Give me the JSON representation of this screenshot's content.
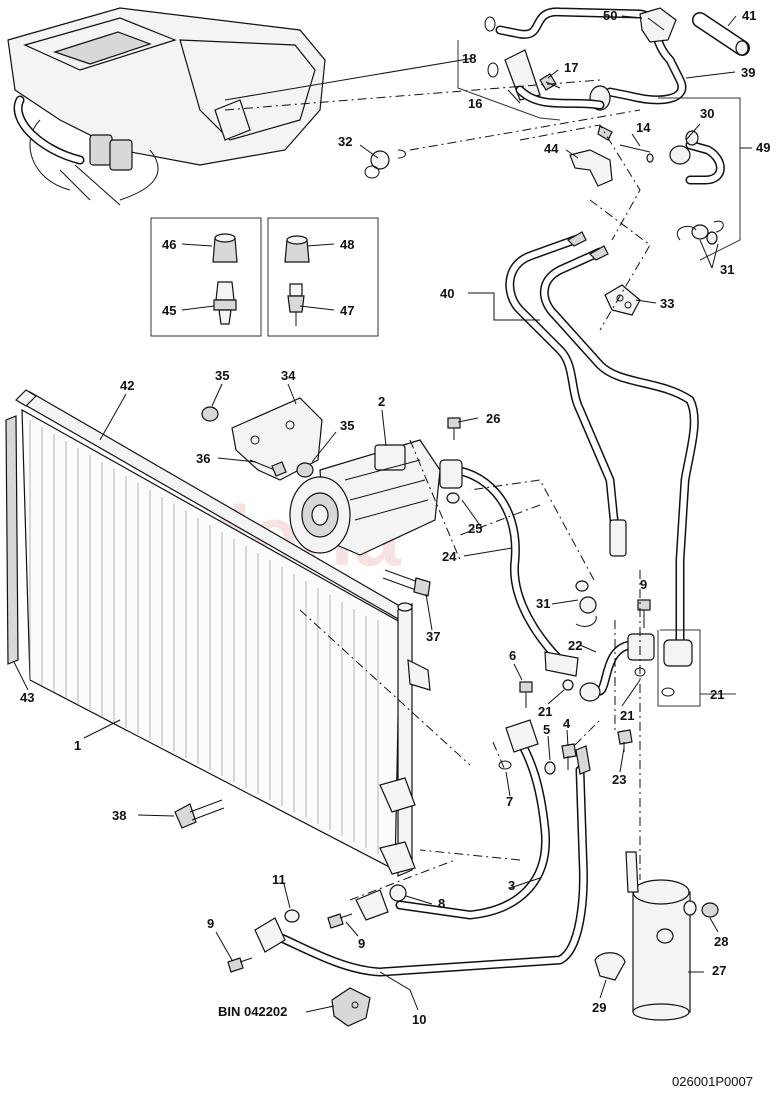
{
  "diagram": {
    "doc_number": "026001P0007",
    "bin_label": "BIN 042202",
    "watermark": "scuderia",
    "callouts": [
      {
        "id": "c50",
        "text": "50"
      },
      {
        "id": "c41",
        "text": "41"
      },
      {
        "id": "c18",
        "text": "18"
      },
      {
        "id": "c17",
        "text": "17"
      },
      {
        "id": "c39",
        "text": "39"
      },
      {
        "id": "c16",
        "text": "16"
      },
      {
        "id": "c30",
        "text": "30"
      },
      {
        "id": "c14",
        "text": "14"
      },
      {
        "id": "c32",
        "text": "32"
      },
      {
        "id": "c44",
        "text": "44"
      },
      {
        "id": "c49",
        "text": "49"
      },
      {
        "id": "c46",
        "text": "46"
      },
      {
        "id": "c48",
        "text": "48"
      },
      {
        "id": "c31a",
        "text": "31"
      },
      {
        "id": "c40",
        "text": "40"
      },
      {
        "id": "c33",
        "text": "33"
      },
      {
        "id": "c45",
        "text": "45"
      },
      {
        "id": "c47",
        "text": "47"
      },
      {
        "id": "c35a",
        "text": "35"
      },
      {
        "id": "c34",
        "text": "34"
      },
      {
        "id": "c42",
        "text": "42"
      },
      {
        "id": "c2",
        "text": "2"
      },
      {
        "id": "c26",
        "text": "26"
      },
      {
        "id": "c35b",
        "text": "35"
      },
      {
        "id": "c36",
        "text": "36"
      },
      {
        "id": "c25",
        "text": "25"
      },
      {
        "id": "c24",
        "text": "24"
      },
      {
        "id": "c31b",
        "text": "31"
      },
      {
        "id": "c9a",
        "text": "9"
      },
      {
        "id": "c37",
        "text": "37"
      },
      {
        "id": "c22",
        "text": "22"
      },
      {
        "id": "c6",
        "text": "6"
      },
      {
        "id": "c43",
        "text": "43"
      },
      {
        "id": "c21a",
        "text": "21"
      },
      {
        "id": "c21b",
        "text": "21"
      },
      {
        "id": "c21c",
        "text": "21"
      },
      {
        "id": "c1",
        "text": "1"
      },
      {
        "id": "c4",
        "text": "4"
      },
      {
        "id": "c5",
        "text": "5"
      },
      {
        "id": "c23",
        "text": "23"
      },
      {
        "id": "c7",
        "text": "7"
      },
      {
        "id": "c38",
        "text": "38"
      },
      {
        "id": "c3",
        "text": "3"
      },
      {
        "id": "c11",
        "text": "11"
      },
      {
        "id": "c8",
        "text": "8"
      },
      {
        "id": "c9b",
        "text": "9"
      },
      {
        "id": "c28",
        "text": "28"
      },
      {
        "id": "c9c",
        "text": "9"
      },
      {
        "id": "c27",
        "text": "27"
      },
      {
        "id": "c29",
        "text": "29"
      },
      {
        "id": "c10",
        "text": "10"
      }
    ]
  }
}
